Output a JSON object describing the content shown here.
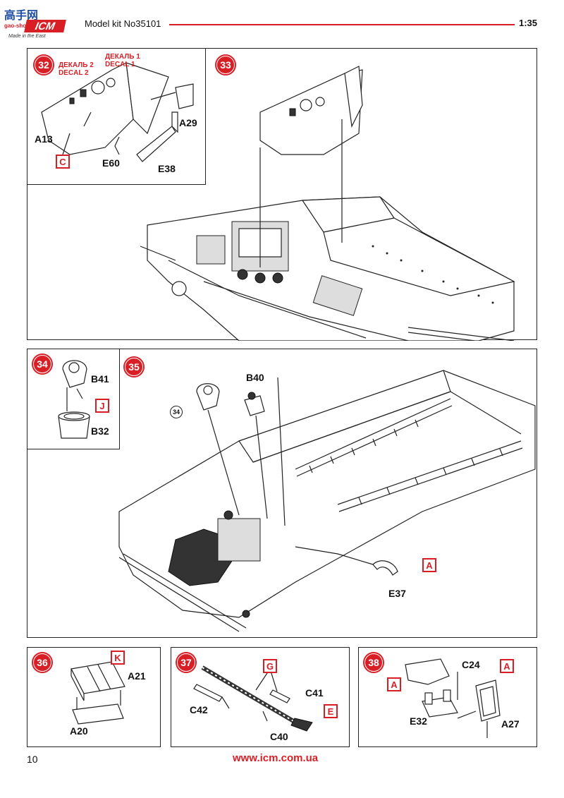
{
  "header": {
    "site_brand": "高手网",
    "site_url": "gao-shou.com",
    "logo_text": "ICM",
    "logo_tagline": "Made in the East",
    "title": "Model kit No35101",
    "scale": "1:35"
  },
  "steps": {
    "s32": {
      "number": "32",
      "decal2": "ДЕКАЛЬ 2",
      "decal2_en": "DECAL 2",
      "decal1": "ДЕКАЛЬ 1",
      "decal1_en": "DECAL 1",
      "parts": [
        "A13",
        "E60",
        "E38",
        "A29"
      ],
      "ref": "C"
    },
    "s33": {
      "number": "33"
    },
    "s34": {
      "number": "34",
      "parts": [
        "B41",
        "B32"
      ],
      "ref": "J"
    },
    "s35": {
      "number": "35",
      "sub_ref": "34",
      "parts": [
        "B40",
        "E37"
      ],
      "ref": "A"
    },
    "s36": {
      "number": "36",
      "parts": [
        "A21",
        "A20"
      ],
      "ref": "K"
    },
    "s37": {
      "number": "37",
      "parts": [
        "C41",
        "C42",
        "C40"
      ],
      "refs": [
        "G",
        "E"
      ]
    },
    "s38": {
      "number": "38",
      "parts": [
        "C24",
        "E32",
        "A27"
      ],
      "refs": [
        "A",
        "A"
      ]
    }
  },
  "footer": {
    "page_number": "10",
    "website": "www.icm.com.ua"
  },
  "colors": {
    "accent": "#d81f26",
    "ink": "#222222"
  }
}
